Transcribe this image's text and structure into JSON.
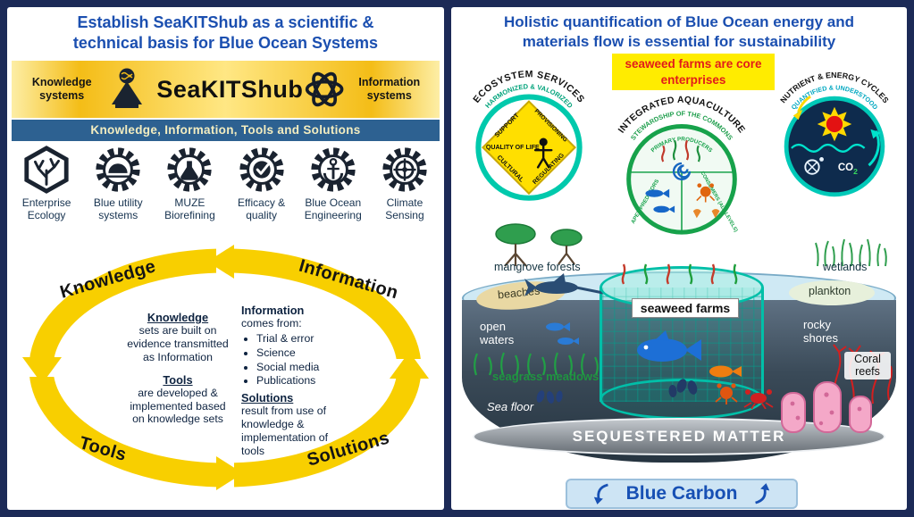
{
  "left": {
    "title": "Establish SeaKITShub as a scientific & technical basis for Blue Ocean Systems",
    "banner": {
      "knowledge_systems": "Knowledge systems",
      "hub_name": "SeaKITShub",
      "information_systems": "Information systems"
    },
    "kits_bar": "Knowledge, Information, Tools and Solutions",
    "tools": [
      "Enterprise Ecology",
      "Blue utility systems",
      "MUZE Biorefining",
      "Efficacy & quality",
      "Blue Ocean Engineering",
      "Climate Sensing"
    ],
    "cycle": {
      "ring_knowledge": "Knowledge",
      "ring_information": "Information",
      "ring_tools": "Tools",
      "ring_solutions": "Solutions",
      "knowledge_heading": "Knowledge",
      "knowledge_body": "sets are built on evidence transmitted as Information",
      "tools_heading": "Tools",
      "tools_body": "are developed & implemented based on knowledge sets",
      "information_heading": "Information",
      "information_intro": "comes from:",
      "information_sources": [
        "Trial & error",
        "Science",
        "Social media",
        "Publications"
      ],
      "solutions_heading": "Solutions",
      "solutions_body": "result from use of knowledge & implementation of tools"
    }
  },
  "right": {
    "title": "Holistic quantification of Blue Ocean energy and materials flow is essential for sustainability",
    "highlight": "seaweed farms are core enterprises",
    "eco": {
      "title": "ECOSYSTEM SERVICES",
      "subtitle": "HARMONIZED & VALORIZED",
      "support": "SUPPORT",
      "provisioning": "PROVISIONING",
      "quality": "QUALITY OF LIFE",
      "cultural": "CULTURAL",
      "regulating": "REGULATING"
    },
    "aqua": {
      "title": "INTEGRATED AQUACULTURE",
      "subtitle": "STEWARDSHIP OF THE COMMONS",
      "primary": "PRIMARY PRODUCERS",
      "apex": "APEX PREDATORS",
      "consumers": "CONSUMERS (ALL LEVELS)"
    },
    "nut": {
      "title": "NUTRIENT & ENERGY CYCLES",
      "subtitle": "QUANTIFIED & UNDERSTOOD",
      "co2": "CO",
      "co2sub": "2"
    },
    "ocean": {
      "mangrove_forests": "mangrove forests",
      "wetlands": "wetlands",
      "beaches": "beaches",
      "plankton": "plankton",
      "seaweed_farms": "seaweed farms",
      "open_waters": "open waters",
      "rocky_shores": "rocky shores",
      "coral_reefs": "Coral reefs",
      "seagrass_meadows": "seagrass meadows",
      "sea_floor": "Sea floor",
      "sequestered_matter": "SEQUESTERED MATTER"
    },
    "blue_carbon": "Blue Carbon"
  }
}
